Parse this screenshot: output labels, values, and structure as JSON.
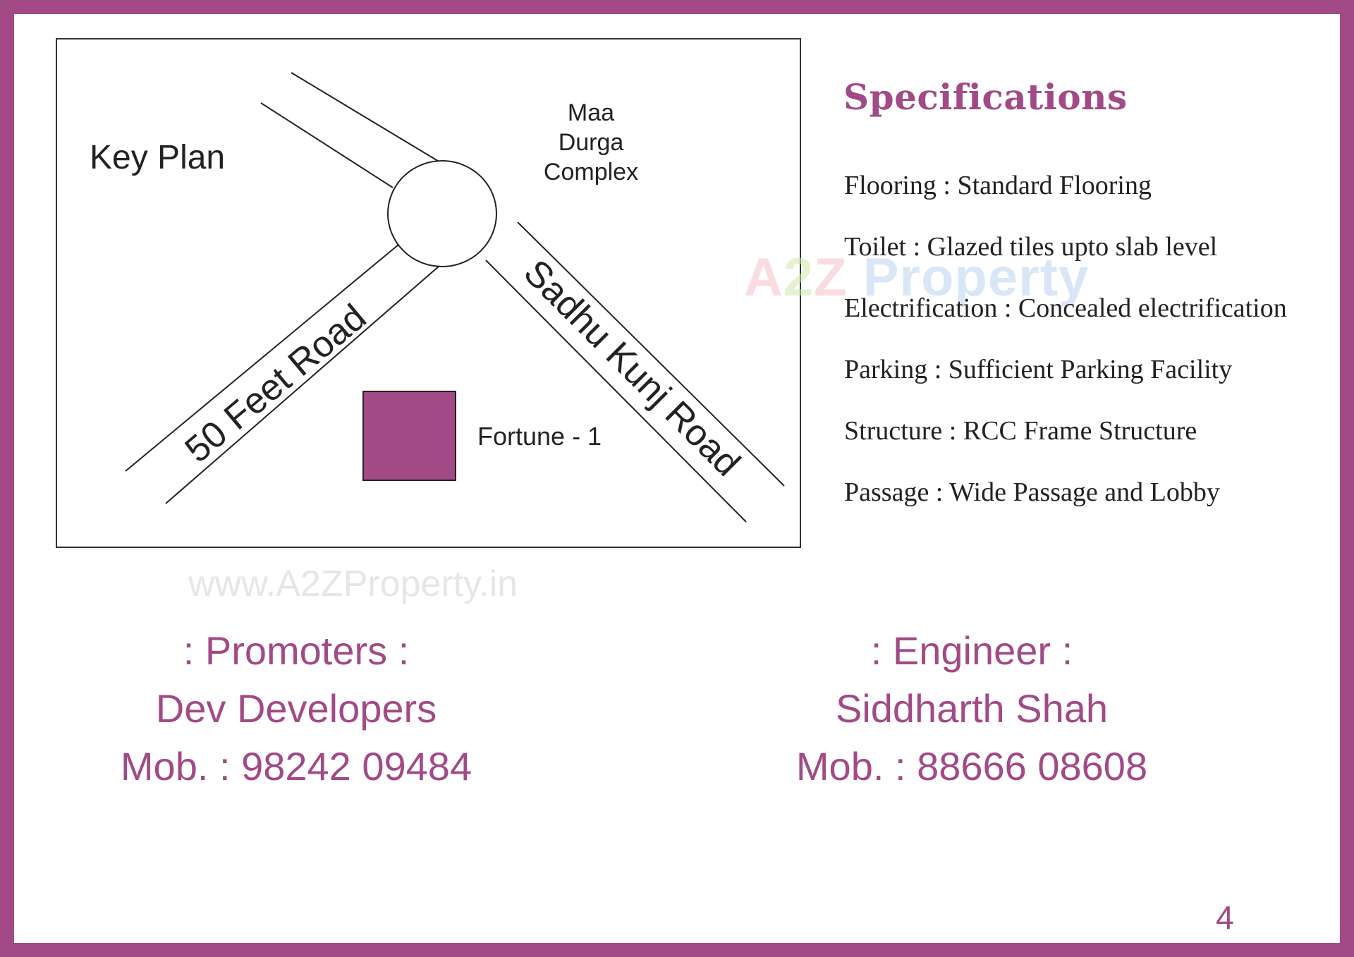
{
  "key_plan": {
    "title": "Key Plan",
    "landmark_lines": [
      "Maa",
      "Durga",
      "Complex"
    ],
    "road_left": "50 Feet Road",
    "road_right": "Sadhu Kunj Road",
    "site_label": "Fortune - 1",
    "site_color": "#a24a86"
  },
  "specifications": {
    "title": "Specifications",
    "items": [
      "Flooring : Standard Flooring",
      "Toilet : Glazed tiles upto slab level",
      "Electrification : Concealed electrification",
      "Parking : Sufficient Parking Facility",
      "Structure : RCC Frame Structure",
      "Passage : Wide Passage and Lobby"
    ]
  },
  "watermark": {
    "logo_a": "A",
    "logo_2": "2",
    "logo_z": "Z ",
    "logo_property": "Property",
    "url": "www.A2ZProperty.in"
  },
  "promoters": {
    "heading": ": Promoters :",
    "name": "Dev Developers",
    "phone": "Mob. : 98242 09484"
  },
  "engineer": {
    "heading": ": Engineer :",
    "name": "Siddharth Shah",
    "phone": "Mob. : 88666 08608"
  },
  "page_number": "4",
  "colors": {
    "accent": "#a24a86",
    "frame": "#a24a86"
  }
}
